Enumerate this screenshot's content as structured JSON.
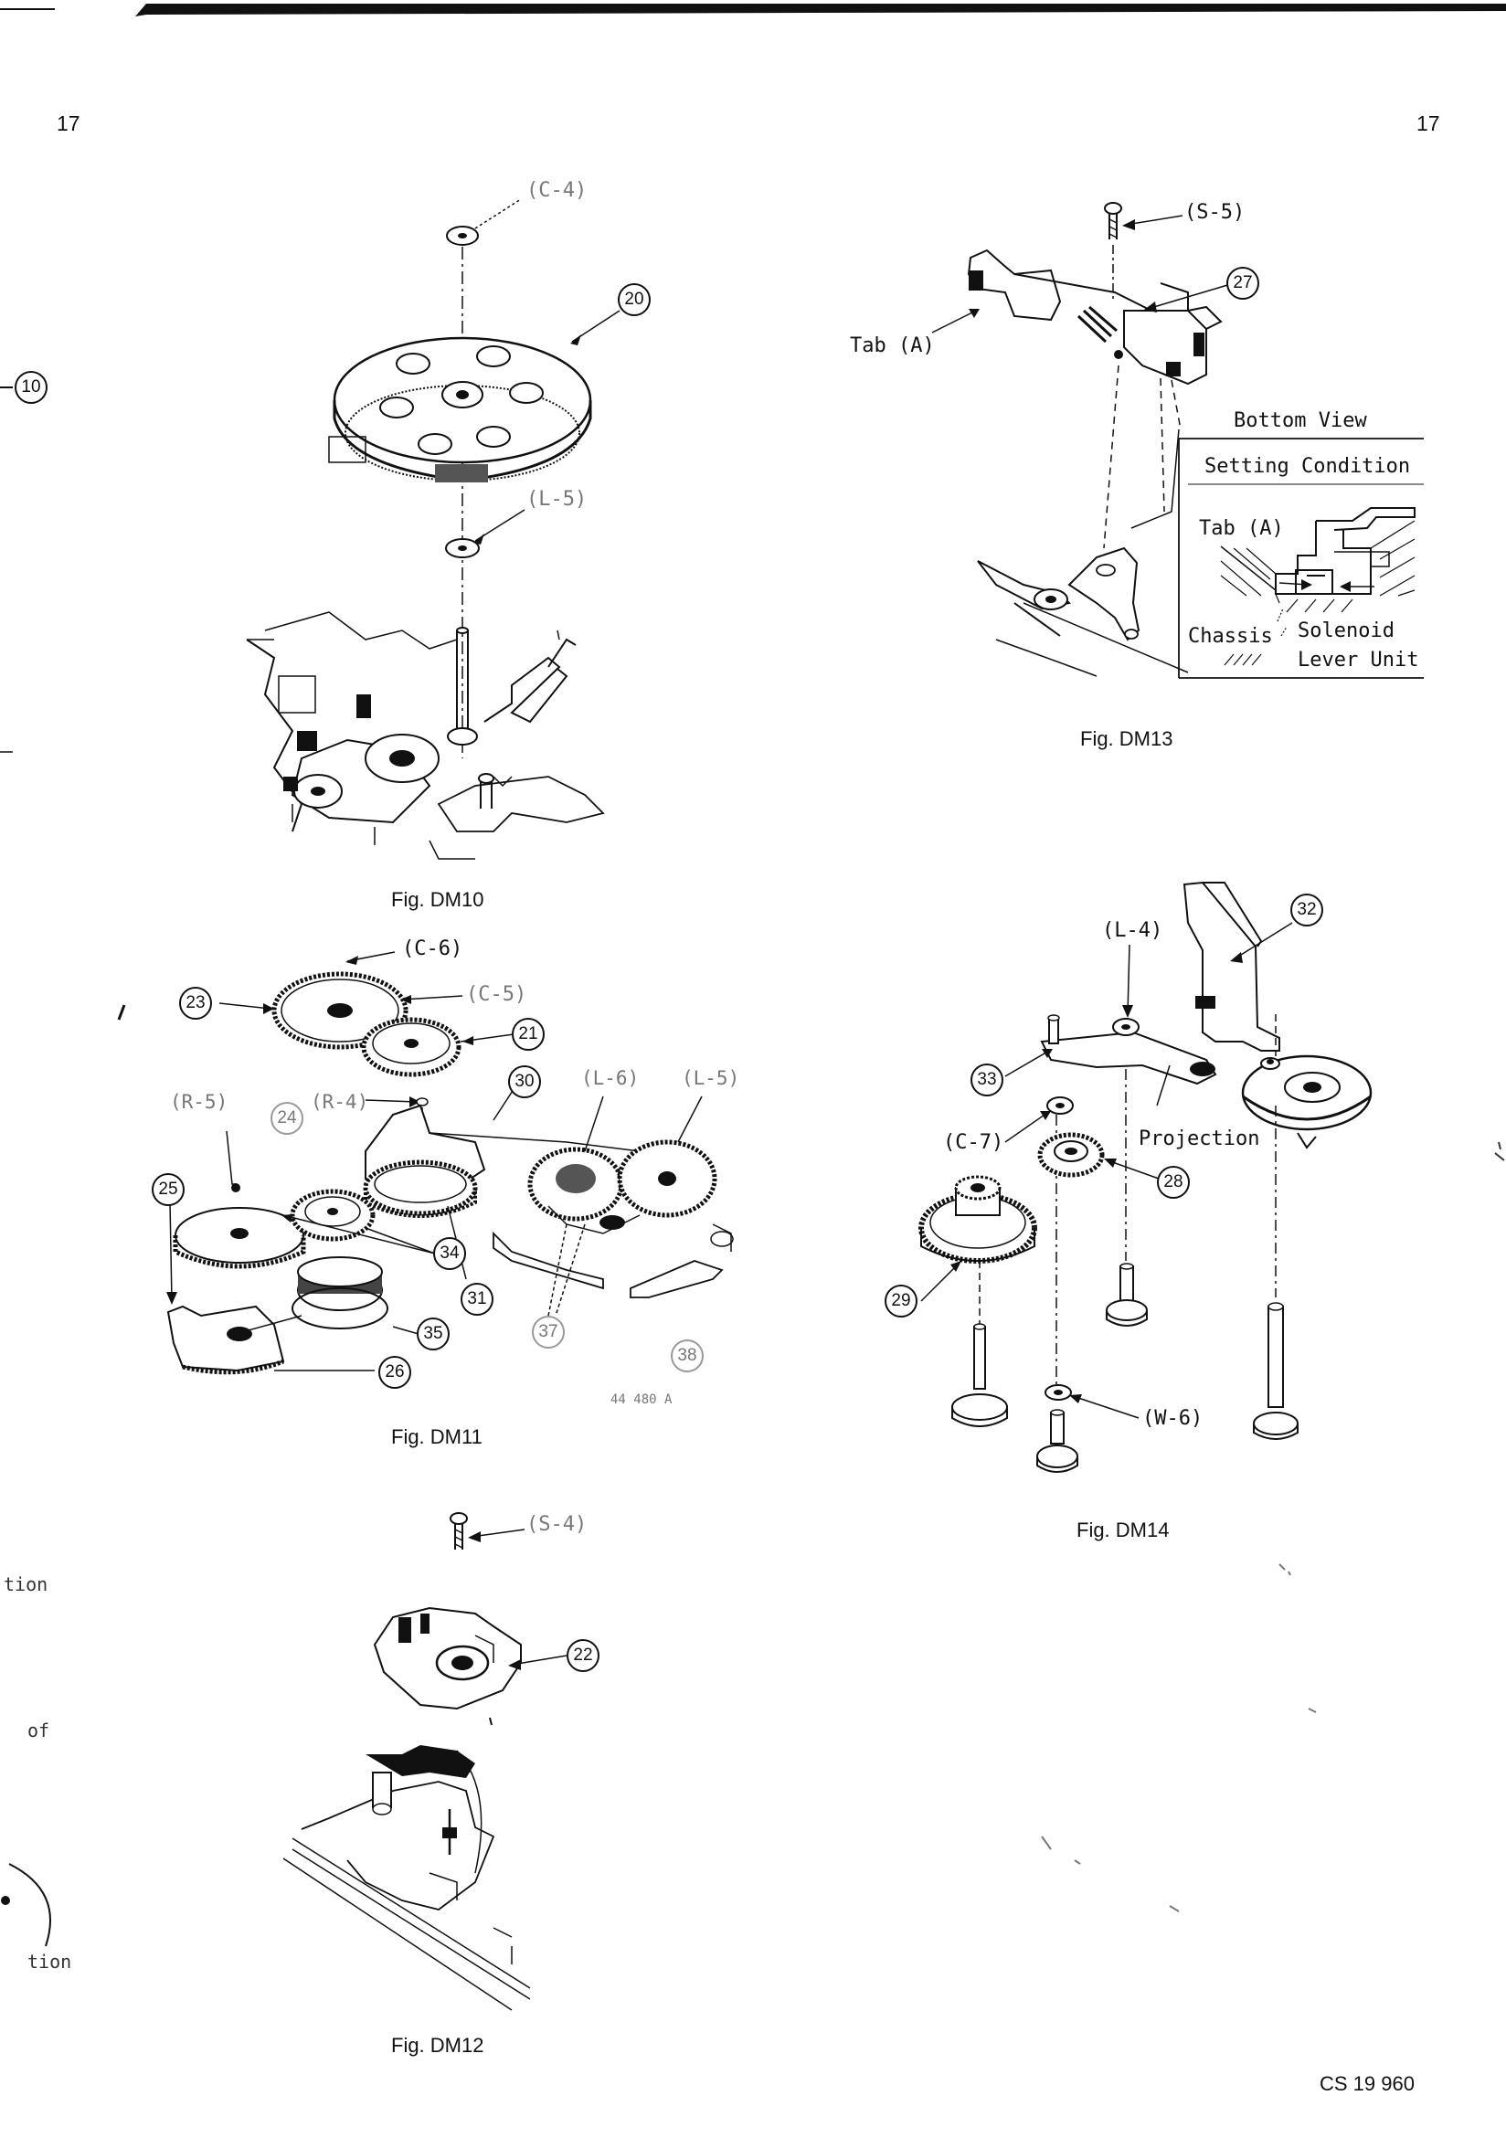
{
  "page": {
    "page_number_left": "17",
    "page_number_right": "17",
    "doc_code": "CS 19 960"
  },
  "figures": {
    "dm10": {
      "caption": "Fig. DM10",
      "callouts": [
        "(C-4)",
        "20",
        "(L-5)"
      ],
      "edge_ref": "10"
    },
    "dm11": {
      "caption": "Fig. DM11",
      "callouts": [
        "(C-6)",
        "23",
        "(C-5)",
        "21",
        "(R-5)",
        "24",
        "(R-4)",
        "30",
        "(L-6)",
        "(L-5)",
        "25",
        "34",
        "31",
        "35",
        "26",
        "37",
        "38"
      ],
      "footnote": "44 480 A"
    },
    "dm12": {
      "caption": "Fig. DM12",
      "callouts": [
        "(S-4)",
        "22"
      ]
    },
    "dm13": {
      "caption": "Fig. DM13",
      "callouts": [
        "(S-5)",
        "27",
        "Tab (A)"
      ],
      "inset": {
        "title": "Bottom View",
        "subtitle": "Setting Condition",
        "label_tab": "Tab (A)",
        "label_chassis": "Chassis",
        "label_solenoid": "Solenoid",
        "label_lever": "Lever Unit"
      }
    },
    "dm14": {
      "caption": "Fig. DM14",
      "callouts": [
        "32",
        "(L-4)",
        "33",
        "Projection",
        "(C-7)",
        "28",
        "29",
        "(W-6)"
      ]
    }
  },
  "margin_fragments": [
    "tion",
    "of",
    "tion"
  ]
}
